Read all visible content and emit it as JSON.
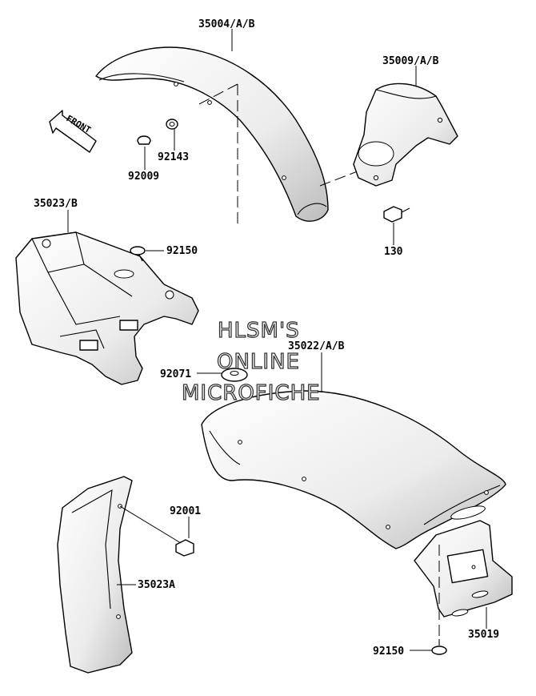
{
  "labels": {
    "l35004": "35004/A/B",
    "l35009": "35009/A/B",
    "l92009": "92009",
    "l92143": "92143",
    "l35023b": "35023/B",
    "l92150a": "92150",
    "l130": "130",
    "l35022": "35022/A/B",
    "l92071": "92071",
    "l92001": "92001",
    "l35023a": "35023A",
    "l35019": "35019",
    "l92150b": "92150"
  },
  "front_badge": "FRONT",
  "watermark": {
    "line1": "HLSM'S",
    "line2": "ONLINE",
    "line3": "MICROFICHE"
  }
}
